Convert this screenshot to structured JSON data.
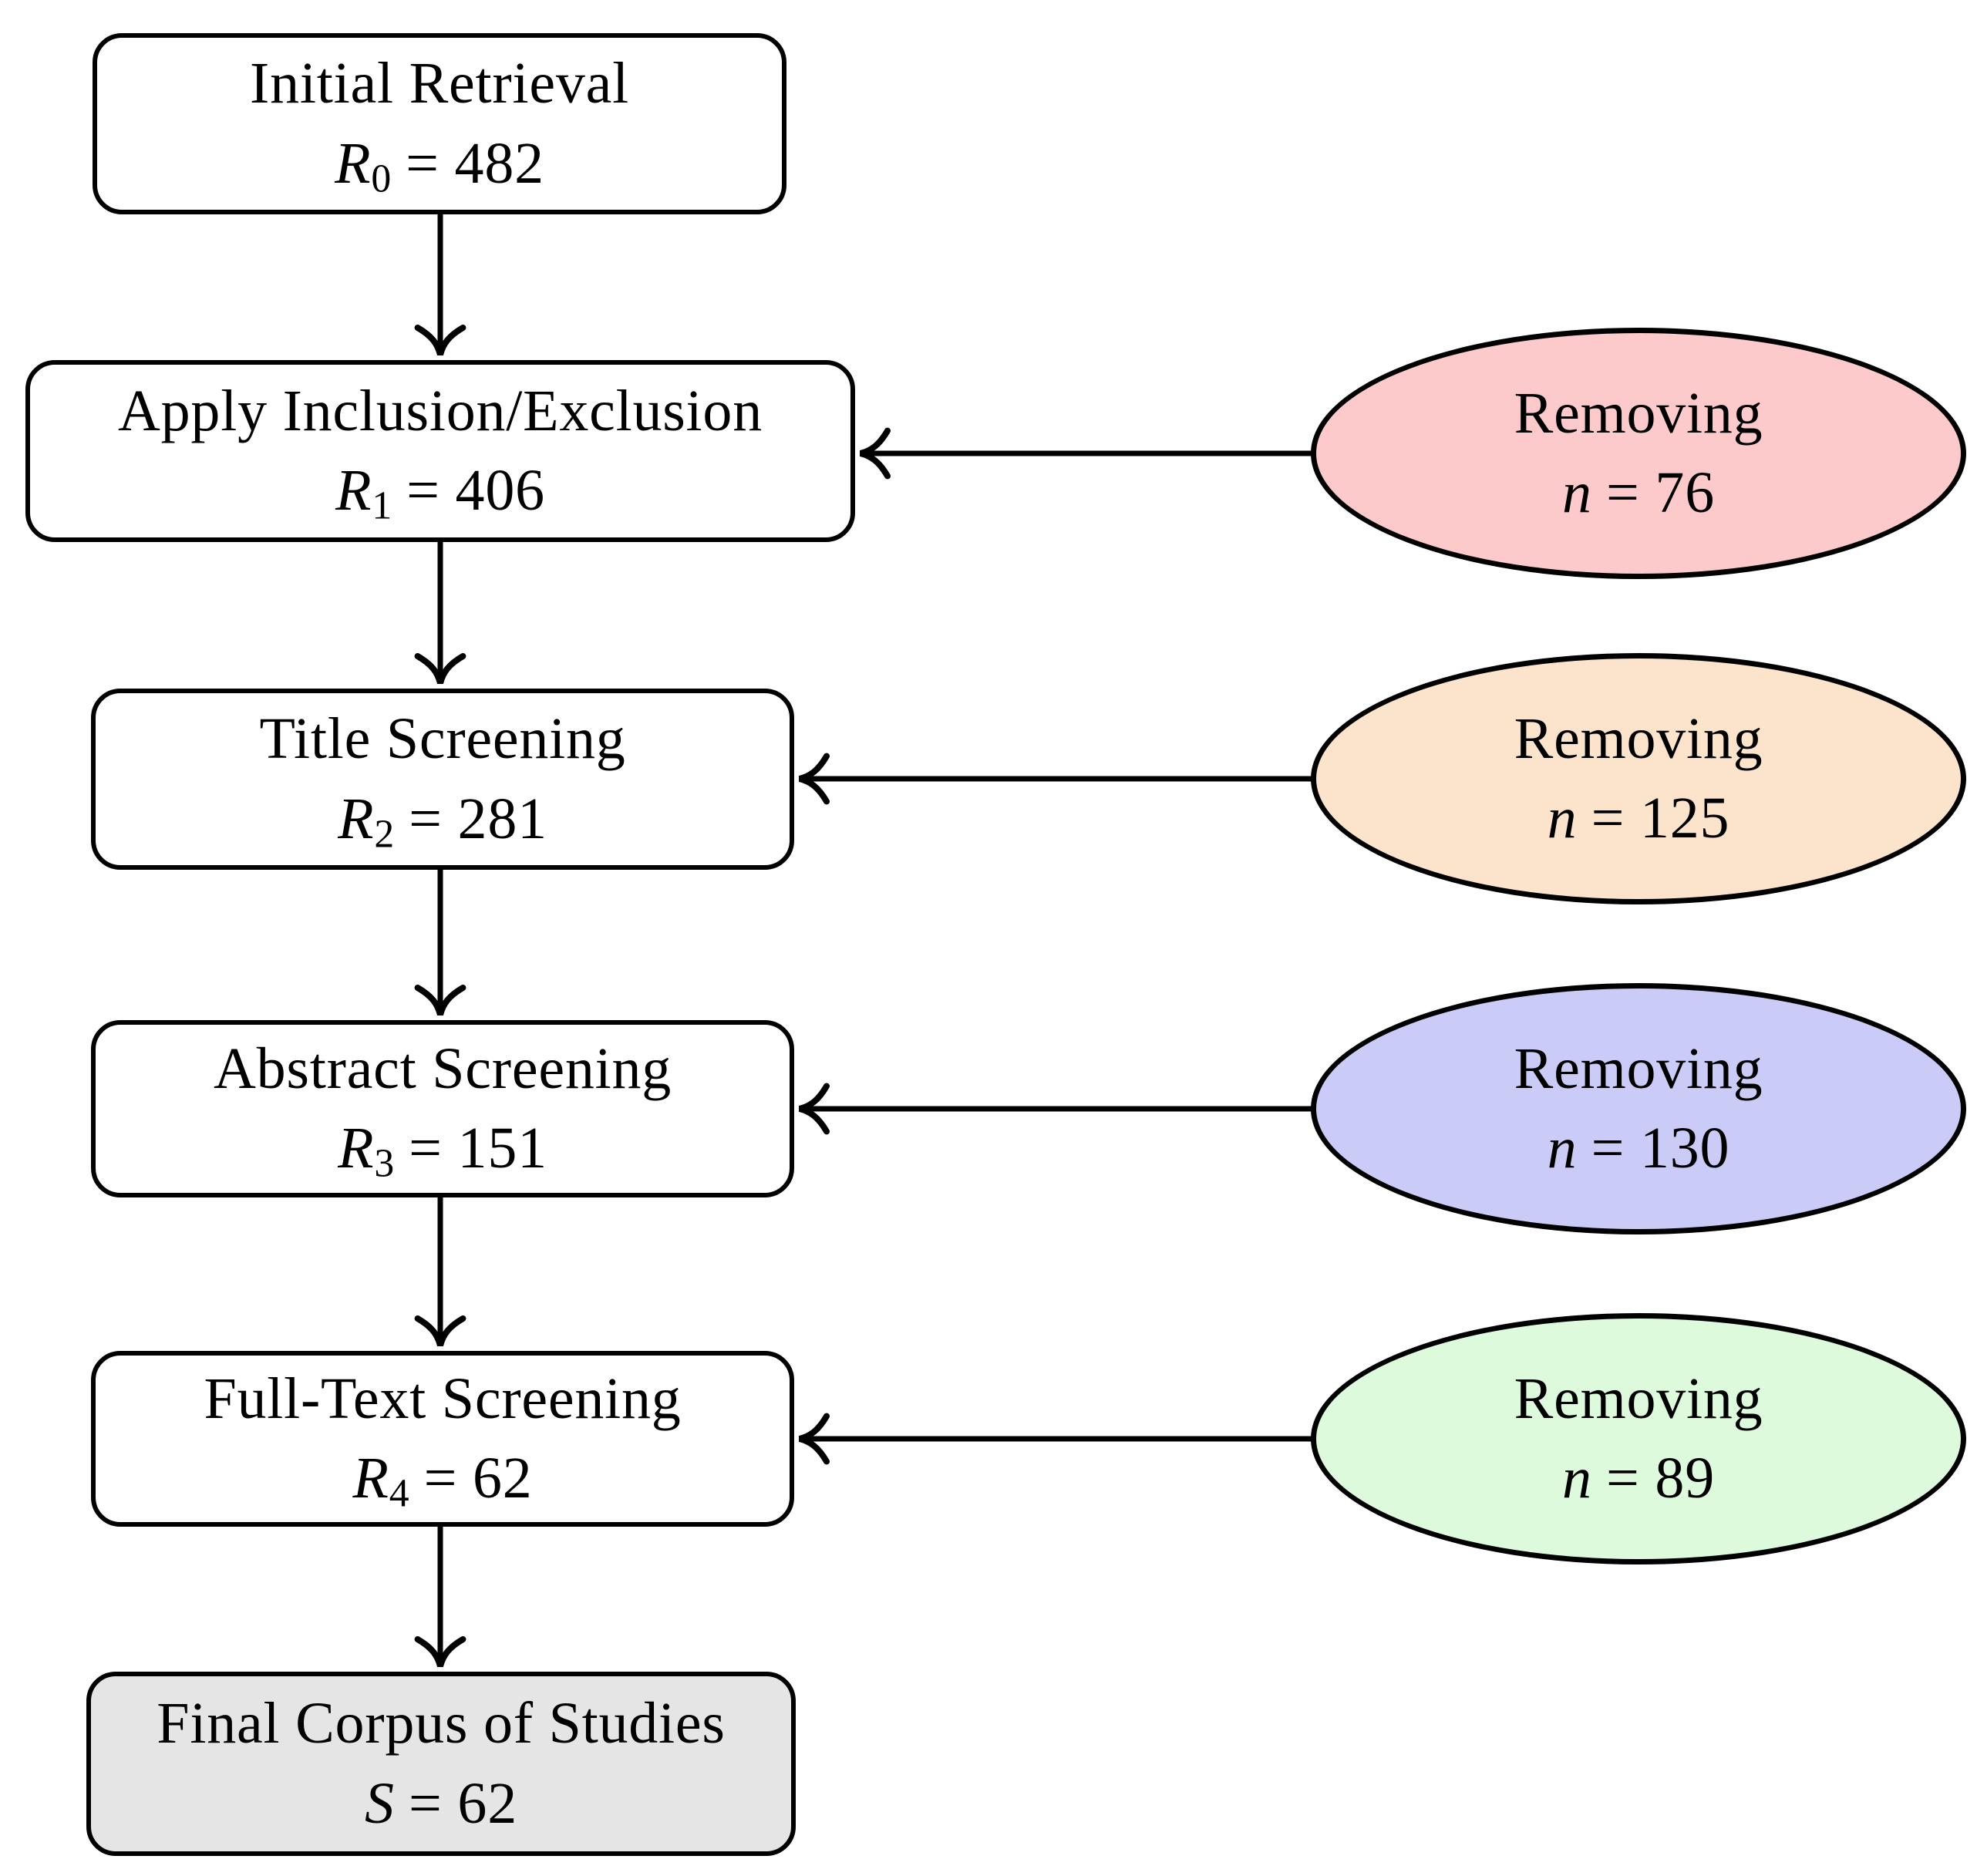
{
  "diagram": {
    "type": "flowchart",
    "colors": {
      "stroke": "#000000",
      "node_fill": "#FFFFFF",
      "final_node_fill": "#E5E5E5",
      "removal_fills": [
        "#FCCACA",
        "#FCE3CB",
        "#CBCBF8",
        "#DDFADD"
      ]
    },
    "nodes": [
      {
        "id": "initial-retrieval",
        "label": "Initial Retrieval",
        "var": "R",
        "sub": "0",
        "rhs": "= 482",
        "fill": "#FFFFFF"
      },
      {
        "id": "apply-inclusion-exclusion",
        "label": "Apply Inclusion/Exclusion",
        "var": "R",
        "sub": "1",
        "rhs": "= 406",
        "fill": "#FFFFFF"
      },
      {
        "id": "title-screening",
        "label": "Title Screening",
        "var": "R",
        "sub": "2",
        "rhs": "= 281",
        "fill": "#FFFFFF"
      },
      {
        "id": "abstract-screening",
        "label": "Abstract Screening",
        "var": "R",
        "sub": "3",
        "rhs": "= 151",
        "fill": "#FFFFFF"
      },
      {
        "id": "full-text-screening",
        "label": "Full-Text Screening",
        "var": "R",
        "sub": "4",
        "rhs": "= 62",
        "fill": "#FFFFFF"
      },
      {
        "id": "final-corpus",
        "label": "Final Corpus of Studies",
        "var": "S",
        "sub": "",
        "rhs": "= 62",
        "fill": "#E5E5E5"
      }
    ],
    "removals": [
      {
        "id": "removal-1",
        "label": "Removing",
        "var": "n",
        "rhs": "= 76",
        "fill": "#FCCACA",
        "target": "apply-inclusion-exclusion"
      },
      {
        "id": "removal-2",
        "label": "Removing",
        "var": "n",
        "rhs": "= 125",
        "fill": "#FCE3CB",
        "target": "title-screening"
      },
      {
        "id": "removal-3",
        "label": "Removing",
        "var": "n",
        "rhs": "= 130",
        "fill": "#CBCBF8",
        "target": "abstract-screening"
      },
      {
        "id": "removal-4",
        "label": "Removing",
        "var": "n",
        "rhs": "= 89",
        "fill": "#DDFADD",
        "target": "full-text-screening"
      }
    ],
    "edges": [
      {
        "from": "initial-retrieval",
        "to": "apply-inclusion-exclusion"
      },
      {
        "from": "apply-inclusion-exclusion",
        "to": "title-screening"
      },
      {
        "from": "title-screening",
        "to": "abstract-screening"
      },
      {
        "from": "abstract-screening",
        "to": "full-text-screening"
      },
      {
        "from": "full-text-screening",
        "to": "final-corpus"
      },
      {
        "from": "removal-1",
        "to": "apply-inclusion-exclusion"
      },
      {
        "from": "removal-2",
        "to": "title-screening"
      },
      {
        "from": "removal-3",
        "to": "abstract-screening"
      },
      {
        "from": "removal-4",
        "to": "full-text-screening"
      }
    ]
  }
}
